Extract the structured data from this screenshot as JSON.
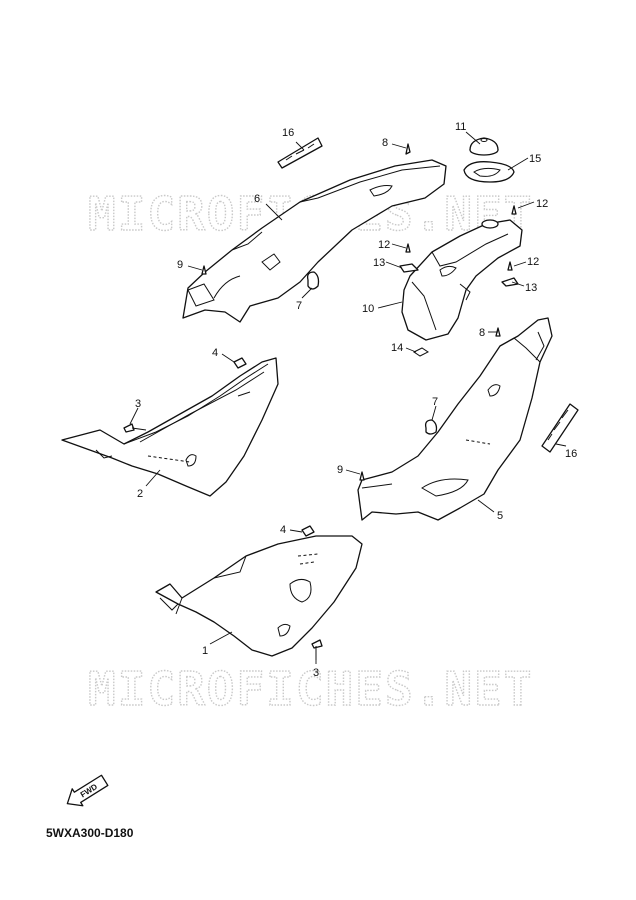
{
  "watermark": "MICROFICHES.NET",
  "drawing_code": "5WXA300-D180",
  "fwd_label": "FWD",
  "callouts": [
    {
      "id": "c16a",
      "num": "16"
    },
    {
      "id": "c8a",
      "num": "8"
    },
    {
      "id": "c11",
      "num": "11"
    },
    {
      "id": "c15",
      "num": "15"
    },
    {
      "id": "c6",
      "num": "6"
    },
    {
      "id": "c12a",
      "num": "12"
    },
    {
      "id": "c12b",
      "num": "12"
    },
    {
      "id": "c13a",
      "num": "13"
    },
    {
      "id": "c12c",
      "num": "12"
    },
    {
      "id": "c9a",
      "num": "9"
    },
    {
      "id": "c13b",
      "num": "13"
    },
    {
      "id": "c7a",
      "num": "7"
    },
    {
      "id": "c10",
      "num": "10"
    },
    {
      "id": "c8b",
      "num": "8"
    },
    {
      "id": "c4a",
      "num": "4"
    },
    {
      "id": "c14",
      "num": "14"
    },
    {
      "id": "c3a",
      "num": "3"
    },
    {
      "id": "c7b",
      "num": "7"
    },
    {
      "id": "c16b",
      "num": "16"
    },
    {
      "id": "c2",
      "num": "2"
    },
    {
      "id": "c9b",
      "num": "9"
    },
    {
      "id": "c5",
      "num": "5"
    },
    {
      "id": "c4b",
      "num": "4"
    },
    {
      "id": "c1",
      "num": "1"
    },
    {
      "id": "c3b",
      "num": "3"
    }
  ]
}
